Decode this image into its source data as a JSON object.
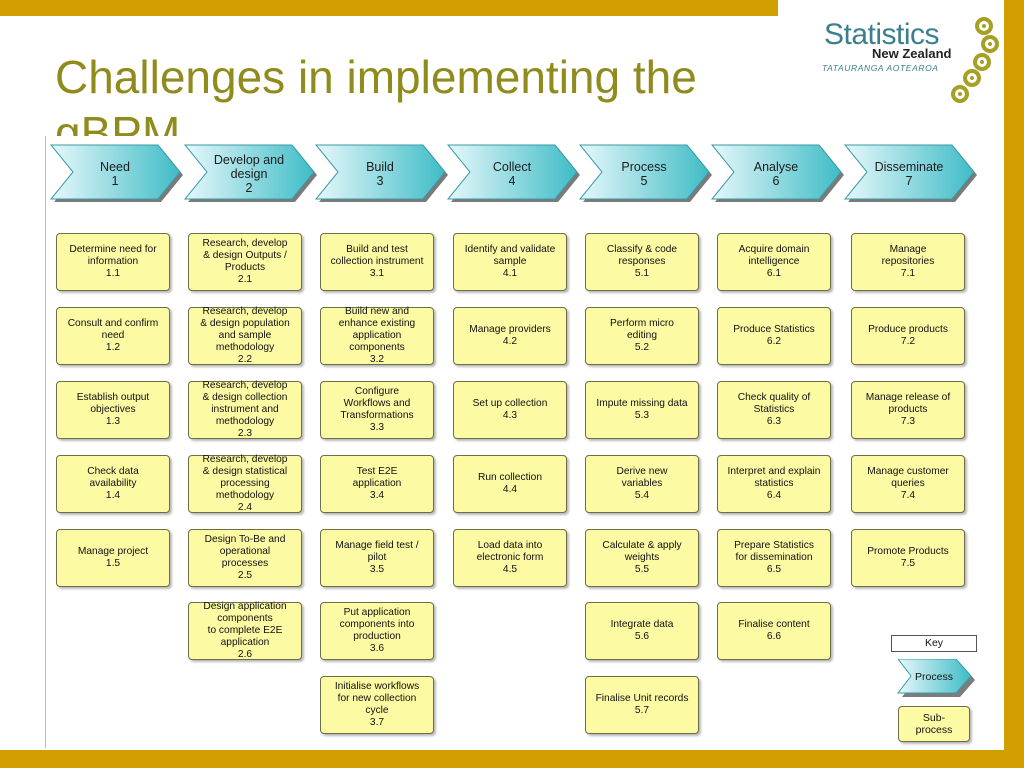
{
  "slide": {
    "title": "Challenges in implementing the gBPM",
    "logo": {
      "word": "Statistics",
      "country": "New Zealand",
      "maori": "TATAURANGA AOTEAROA"
    }
  },
  "phases": [
    {
      "label": "Need\n1",
      "subprocesses": [
        "Determine need for\ninformation\n1.1",
        "Consult and confirm\nneed\n1.2",
        "Establish output\nobjectives\n1.3",
        "Check data\navailability\n1.4",
        "Manage project\n1.5"
      ]
    },
    {
      "label": "Develop and\ndesign\n2",
      "subprocesses": [
        "Research, develop\n& design Outputs /\nProducts\n2.1",
        "Research, develop\n& design population\nand sample\nmethodology\n2.2",
        "Research, develop\n& design collection\ninstrument and\nmethodology\n2.3",
        "Research, develop\n& design statistical\nprocessing\nmethodology\n2.4",
        "Design To-Be and\noperational\nprocesses\n2.5",
        "Design application\ncomponents\nto complete E2E\napplication\n2.6"
      ]
    },
    {
      "label": "Build\n3",
      "subprocesses": [
        "Build and test\ncollection instrument\n3.1",
        "Build new and\nenhance existing\napplication\ncomponents\n3.2",
        "Configure\nWorkflows and\nTransformations\n3.3",
        "Test E2E\napplication\n3.4",
        "Manage field test /\npilot\n3.5",
        "Put application\ncomponents into\nproduction\n3.6",
        "Initialise workflows\nfor new collection\ncycle\n3.7"
      ]
    },
    {
      "label": "Collect\n4",
      "subprocesses": [
        "Identify and validate\nsample\n4.1",
        "Manage providers\n4.2",
        "Set up collection\n4.3",
        "Run collection\n4.4",
        "Load data into\nelectronic form\n4.5"
      ]
    },
    {
      "label": "Process\n5",
      "subprocesses": [
        "Classify & code\nresponses\n5.1",
        "Perform micro\nediting\n5.2",
        "Impute missing data\n5.3",
        "Derive new\nvariables\n5.4",
        "Calculate & apply\nweights\n5.5",
        "Integrate data\n5.6",
        "Finalise Unit records\n5.7"
      ]
    },
    {
      "label": "Analyse\n6",
      "subprocesses": [
        "Acquire domain\nintelligence\n6.1",
        "Produce Statistics\n6.2",
        "Check quality of\nStatistics\n6.3",
        "Interpret and explain\nstatistics\n6.4",
        "Prepare Statistics\nfor dissemination\n6.5",
        "Finalise content\n6.6"
      ]
    },
    {
      "label": "Disseminate\n7",
      "subprocesses": [
        "Manage\nrepositories\n7.1",
        "Produce products\n7.2",
        "Manage release of\nproducts\n7.3",
        "Manage customer\nqueries\n7.4",
        "Promote Products\n7.5"
      ]
    }
  ],
  "key": {
    "title": "Key",
    "process_label": "Process",
    "subprocess_label": "Sub-\nprocess"
  },
  "colors": {
    "frame": "#d19e00",
    "title": "#8f8b1c",
    "chevron_light": "#e6f8fb",
    "chevron_dark": "#3fbcc6",
    "subprocess_fill": "#fdfaa4"
  }
}
